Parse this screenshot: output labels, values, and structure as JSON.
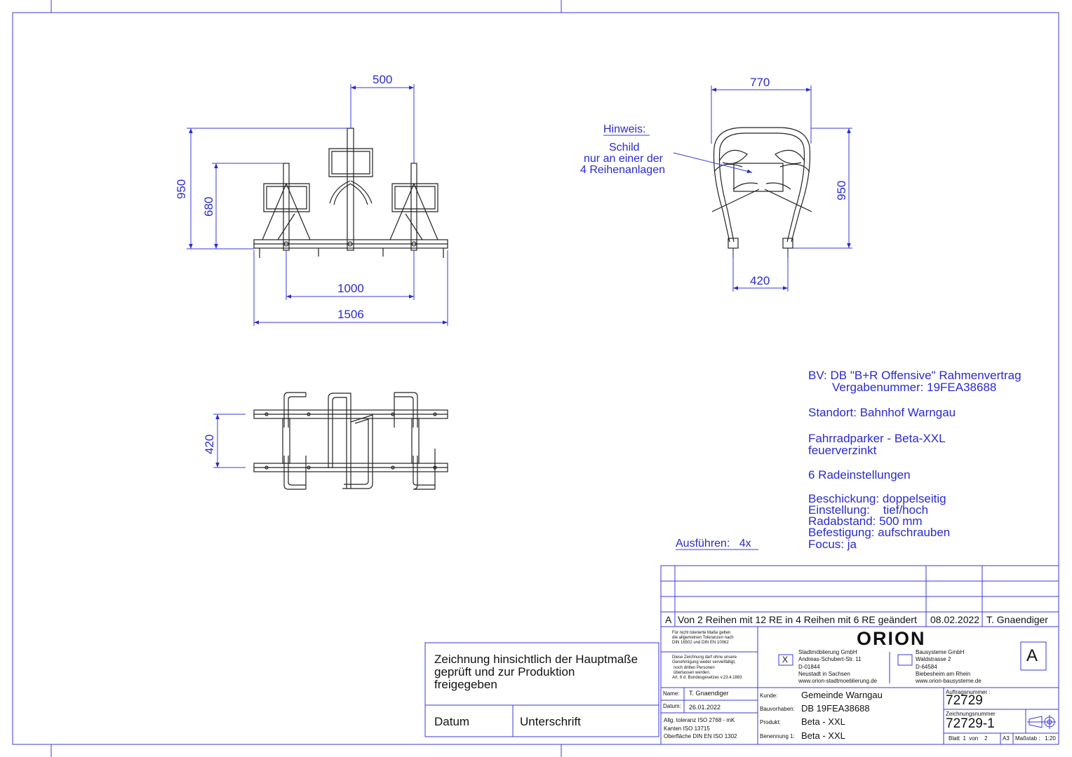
{
  "dimensions": {
    "front_top_spacing": "500",
    "front_height_total": "950",
    "front_height_basket": "680",
    "front_spacing_outer": "1000",
    "front_width_total": "1506",
    "side_width_top": "770",
    "side_height": "950",
    "side_width_base": "420",
    "plan_depth": "420"
  },
  "note": {
    "heading": "Hinweis:",
    "line1": "Schild",
    "line2": "nur an einer der",
    "line3": "4 Reihenanlagen"
  },
  "project": {
    "bv_line1": "BV: DB \"B+R Offensive\" Rahmenvertrag",
    "bv_line2": "Vergabenummer: 19FEA38688",
    "standort": "Standort: Bahnhof Warngau",
    "produkt_line1": "Fahrradparker - Beta-XXL",
    "produkt_line2": "feuerverzinkt",
    "radeinstellungen": "6 Radeinstellungen",
    "beschickung": "Beschickung: doppelseitig",
    "einstellung": "Einstellung:    tief/hoch",
    "radabstand": "Radabstand: 500 mm",
    "befestigung": "Befestigung: aufschrauben",
    "focus": "Focus: ja"
  },
  "ausfuehren": "Ausführen:   4x",
  "approval": {
    "text_line1": "Zeichnung hinsichtlich der Hauptmaße",
    "text_line2": "geprüft und zur Produktion",
    "text_line3": "freigegeben",
    "datum_label": "Datum",
    "unterschrift_label": "Unterschrift"
  },
  "revision": {
    "letter": "A",
    "description": "Von 2 Reihen mit 12 RE in 4 Reihen mit 6 RE geändert",
    "date": "08.02.2022",
    "author": "T. Gnaendiger"
  },
  "titleblock": {
    "tolerance_note": [
      "Für nicht tolerierte Maße gelten",
      "die allgemeinen Toleranzen nach",
      "DIN 16502 und DIN EN 10062"
    ],
    "copyright_note": [
      "Diese Zeichnung darf ohne unsere",
      "Genehmigung weder vervielfältigt,",
      "noch dritten Personen",
      "überlassen werden.",
      "Art. 6 d. Bundesgesetzes v.23.4.1883"
    ],
    "name_label": "Name:",
    "name_value": "T. Gnaendiger",
    "datum_label": "Datum:",
    "datum_value": "26.01.2022",
    "general_tol": [
      "Allg. toleranz ISO 2768 - mK",
      "Kanten ISO 13715",
      "Oberfläche DIN EN ISO 1302"
    ],
    "logo": "ORION",
    "company1": [
      "Stadtmöblierung GmbH",
      "Andreas-Schubert-Str. 11",
      "D-01844",
      "Neustadt in Sachsen",
      "www.orion-stadtmoeblierung.de"
    ],
    "company1_check": "X",
    "company2": [
      "Bausysteme GmbH",
      "Waldstrasse 2",
      "D-64584",
      "Biebesheim am Rhein",
      "www.orion-bausysteme.de"
    ],
    "sheet_format": "A",
    "kunde_label": "Kunde:",
    "kunde_value": "Gemeinde Warngau",
    "bauvorhaben_label": "Bauvorhaben:",
    "bauvorhaben_value": "DB 19FEA38688",
    "produkt_label": "Produkt:",
    "produkt_value": "Beta - XXL",
    "benennung_label": "Benennung 1:",
    "benennung_value": "Beta - XXL",
    "auftrag_label": "Auftragsnummer :",
    "auftrag_value": "72729",
    "zeichnung_label": "Zeichnungsnummer",
    "zeichnung_value": "72729-1",
    "blatt": "Blatt  1  von    2",
    "format_small": "A3",
    "massstab": "Maßstab :   1:20"
  }
}
